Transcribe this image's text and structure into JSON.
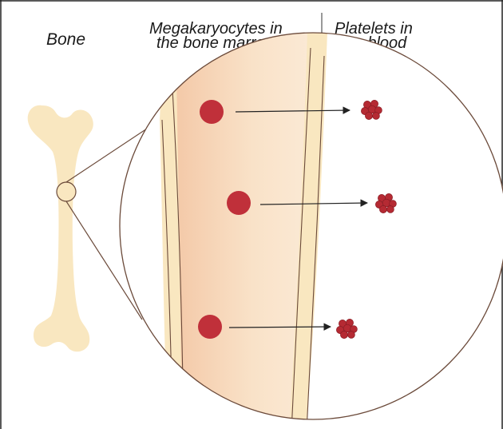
{
  "labels": {
    "bone": "Bone",
    "marrow_line1": "Megakaryocytes in",
    "marrow_line2": "the bone marrow",
    "platelets_line1": "Platelets in",
    "platelets_line2": "the blood"
  },
  "colors": {
    "bone_fill": "#f9e7c0",
    "marrow_fill": "#f8dcc0",
    "cell_red": "#c0303a",
    "platelet_red": "#b52a33",
    "outline": "#6b4a3a",
    "frame": "#222222"
  },
  "cells": [
    {
      "name": "megakaryocyte-1"
    },
    {
      "name": "megakaryocyte-2"
    },
    {
      "name": "megakaryocyte-3"
    }
  ]
}
